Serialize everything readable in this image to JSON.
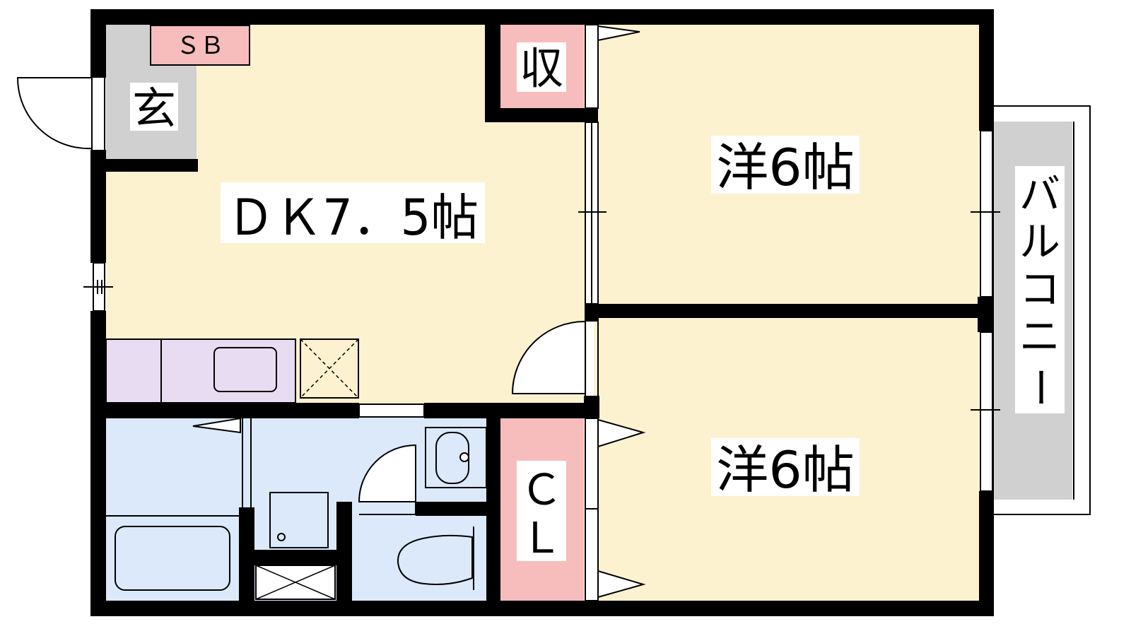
{
  "labels": {
    "shoe_box": "ＳＢ",
    "entrance": "玄",
    "storage": "収",
    "dining_kitchen": "ＤＫ7．5帖",
    "western_room_top": "洋6帖",
    "western_room_bottom": "洋6帖",
    "closet_c": "Ｃ",
    "closet_l": "Ｌ",
    "balcony": [
      "バ",
      "ル",
      "コ",
      "ニ",
      "ー"
    ]
  },
  "colors": {
    "wall": "#000000",
    "room_floor": "#fdf2d0",
    "entrance_floor": "#d0d0d0",
    "storage_floor": "#f7bcbc",
    "shoe_box_floor": "#f7bcbc",
    "kitchen_counter": "#e8dcf2",
    "wet_area_floor": "#dbe9fb",
    "balcony_floor": "#d0d0d0"
  },
  "icons": {
    "entrance_door": "swing-door-icon",
    "bathtub": "bathtub-icon",
    "sink": "kitchen-sink-icon",
    "washbasin": "washbasin-icon",
    "toilet": "toilet-icon",
    "washer": "washing-machine-pan-icon"
  }
}
